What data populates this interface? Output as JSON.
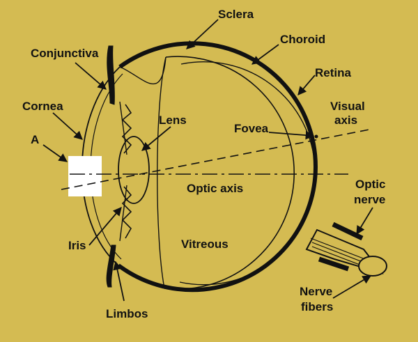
{
  "labels": {
    "sclera": "Sclera",
    "choroid": "Choroid",
    "conjunctiva": "Conjunctiva",
    "retina": "Retina",
    "cornea": "Cornea",
    "lens": "Lens",
    "visual_axis_line1": "Visual",
    "visual_axis_line2": "axis",
    "fovea": "Fovea",
    "a": "A",
    "optic_axis": "Optic axis",
    "optic_nerve_line1": "Optic",
    "optic_nerve_line2": "nerve",
    "iris": "Iris",
    "vitreous": "Vitreous",
    "nerve_fibers_line1": "Nerve",
    "nerve_fibers_line2": "fibers",
    "limbos": "Limbos"
  },
  "colors": {
    "background": "#d4bb52",
    "ink": "#111111",
    "highlight": "#ffffff"
  }
}
